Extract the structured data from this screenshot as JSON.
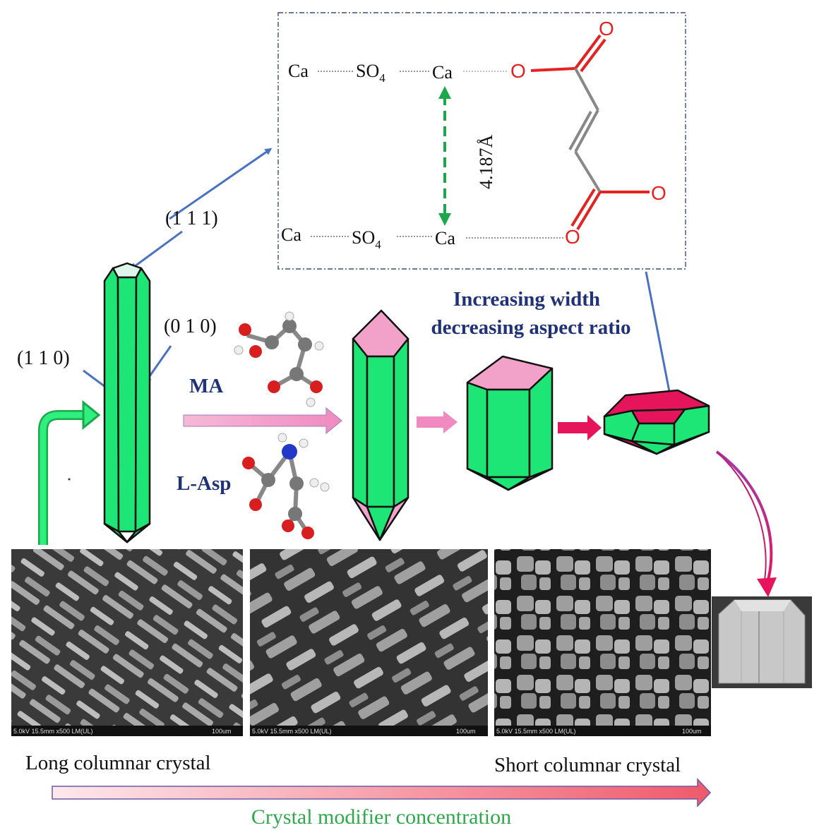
{
  "labels": {
    "face_111": "(1 1 1)",
    "face_010": "(0 1 0)",
    "face_110": "(1 1 0)",
    "modifier_ma": "MA",
    "modifier_lasp": "L-Asp",
    "trend_line1": "Increasing width",
    "trend_line2": "decreasing aspect ratio",
    "long_crystal": "Long columnar crystal",
    "short_crystal": "Short columnar crystal",
    "concentration": "Crystal modifier concentration"
  },
  "structure": {
    "ca": "Ca",
    "so4": "SO",
    "so4_sub": "4",
    "distance": "4.187Å",
    "oxygen": "O"
  },
  "sem": {
    "scale_info": "5.0kV 15.5mm x500 LM(UL)",
    "scale_bar": "100um"
  },
  "colors": {
    "crystal_green": "#1ee676",
    "crystal_pink": "#f2a1c8",
    "crystal_magenta": "#e6145a",
    "arrow_blue": "#4a72c4",
    "navy_text": "#1f3278",
    "concentration_green": "#2fa84b",
    "oxygen_red": "#e52222"
  }
}
